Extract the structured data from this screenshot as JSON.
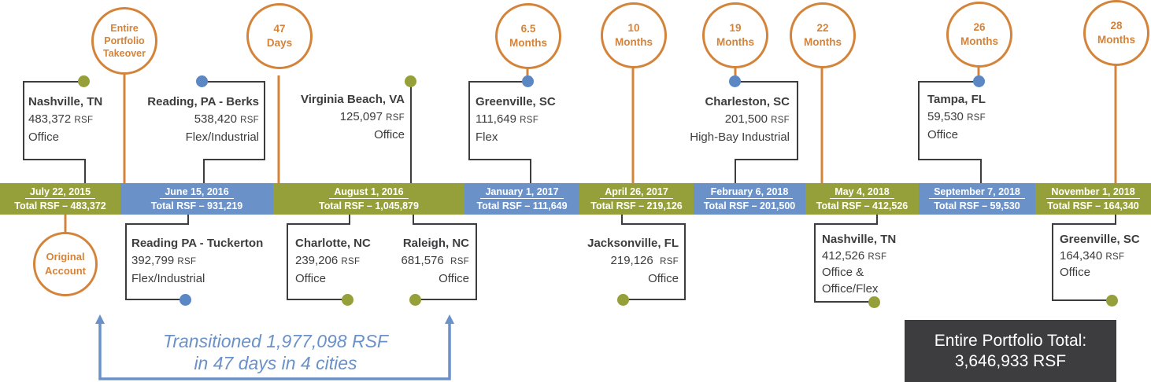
{
  "timeline": {
    "segments": [
      {
        "date": "July 22, 2015",
        "total": "Total RSF – 483,372",
        "color": "green"
      },
      {
        "date": "June 15, 2016",
        "total": "Total RSF – 931,219",
        "color": "blue"
      },
      {
        "date": "August 1, 2016",
        "total": "Total RSF – 1,045,879",
        "color": "green"
      },
      {
        "date": "January 1, 2017",
        "total": "Total RSF – 111,649",
        "color": "blue"
      },
      {
        "date": "April 26, 2017",
        "total": "Total RSF – 219,126",
        "color": "green"
      },
      {
        "date": "February 6, 2018",
        "total": "Total RSF – 201,500",
        "color": "blue"
      },
      {
        "date": "May 4, 2018",
        "total": "Total RSF – 412,526",
        "color": "green"
      },
      {
        "date": "September 7, 2018",
        "total": "Total RSF – 59,530",
        "color": "blue"
      },
      {
        "date": "November 1, 2018",
        "total": "Total RSF – 164,340",
        "color": "green"
      }
    ],
    "milestones": [
      {
        "line1": "Entire",
        "line2": "Portfolio",
        "line3": "Takeover"
      },
      {
        "line1": "47",
        "line2": "Days"
      },
      {
        "line1": "6.5",
        "line2": "Months"
      },
      {
        "line1": "10",
        "line2": "Months"
      },
      {
        "line1": "19",
        "line2": "Months"
      },
      {
        "line1": "22",
        "line2": "Months"
      },
      {
        "line1": "26",
        "line2": "Months"
      },
      {
        "line1": "28",
        "line2": "Months"
      },
      {
        "line1": "Original",
        "line2": "Account"
      }
    ],
    "locations": [
      {
        "city": "Nashville, TN",
        "rsf": "483,372",
        "unit": "RSF",
        "type": "Office"
      },
      {
        "city": "Reading, PA - Berks",
        "rsf": "538,420",
        "unit": "RSF",
        "type": "Flex/Industrial"
      },
      {
        "city": "Virginia Beach, VA",
        "rsf": "125,097",
        "unit": "RSF",
        "type": "Office"
      },
      {
        "city": "Greenville, SC",
        "rsf": "111,649",
        "unit": "RSF",
        "type": "Flex"
      },
      {
        "city": "Charleston, SC",
        "rsf": "201,500",
        "unit": "RSF",
        "type": "High-Bay Industrial"
      },
      {
        "city": "Tampa, FL",
        "rsf": "59,530",
        "unit": "RSF",
        "type": "Office"
      },
      {
        "city": "Reading PA - Tuckerton",
        "rsf": "392,799",
        "unit": "RSF",
        "type": "Flex/Industrial"
      },
      {
        "city": "Charlotte, NC",
        "rsf": "239,206",
        "unit": "RSF",
        "type": "Office"
      },
      {
        "city": "Raleigh, NC",
        "rsf": "681,576",
        "unit": "RSF",
        "type": "Office"
      },
      {
        "city": "Jacksonville, FL",
        "rsf": "219,126",
        "unit": "RSF",
        "type": "Office"
      },
      {
        "city": "Nashville, TN",
        "rsf": "412,526",
        "unit": "RSF",
        "type": "Office &",
        "type2": "Office/Flex"
      },
      {
        "city": "Greenville, SC",
        "rsf": "164,340",
        "unit": "RSF",
        "type": "Office"
      }
    ]
  },
  "transition_note": {
    "line1": "Transitioned 1,977,098 RSF",
    "line2": "in 47 days in 4 cities"
  },
  "portfolio_total": {
    "label": "Entire Portfolio Total:",
    "value": "3,646,933 RSF"
  },
  "colors": {
    "green": "#95a03a",
    "blue": "#6a91c8",
    "orange": "#d4843a",
    "dark": "#3d3d3f"
  }
}
